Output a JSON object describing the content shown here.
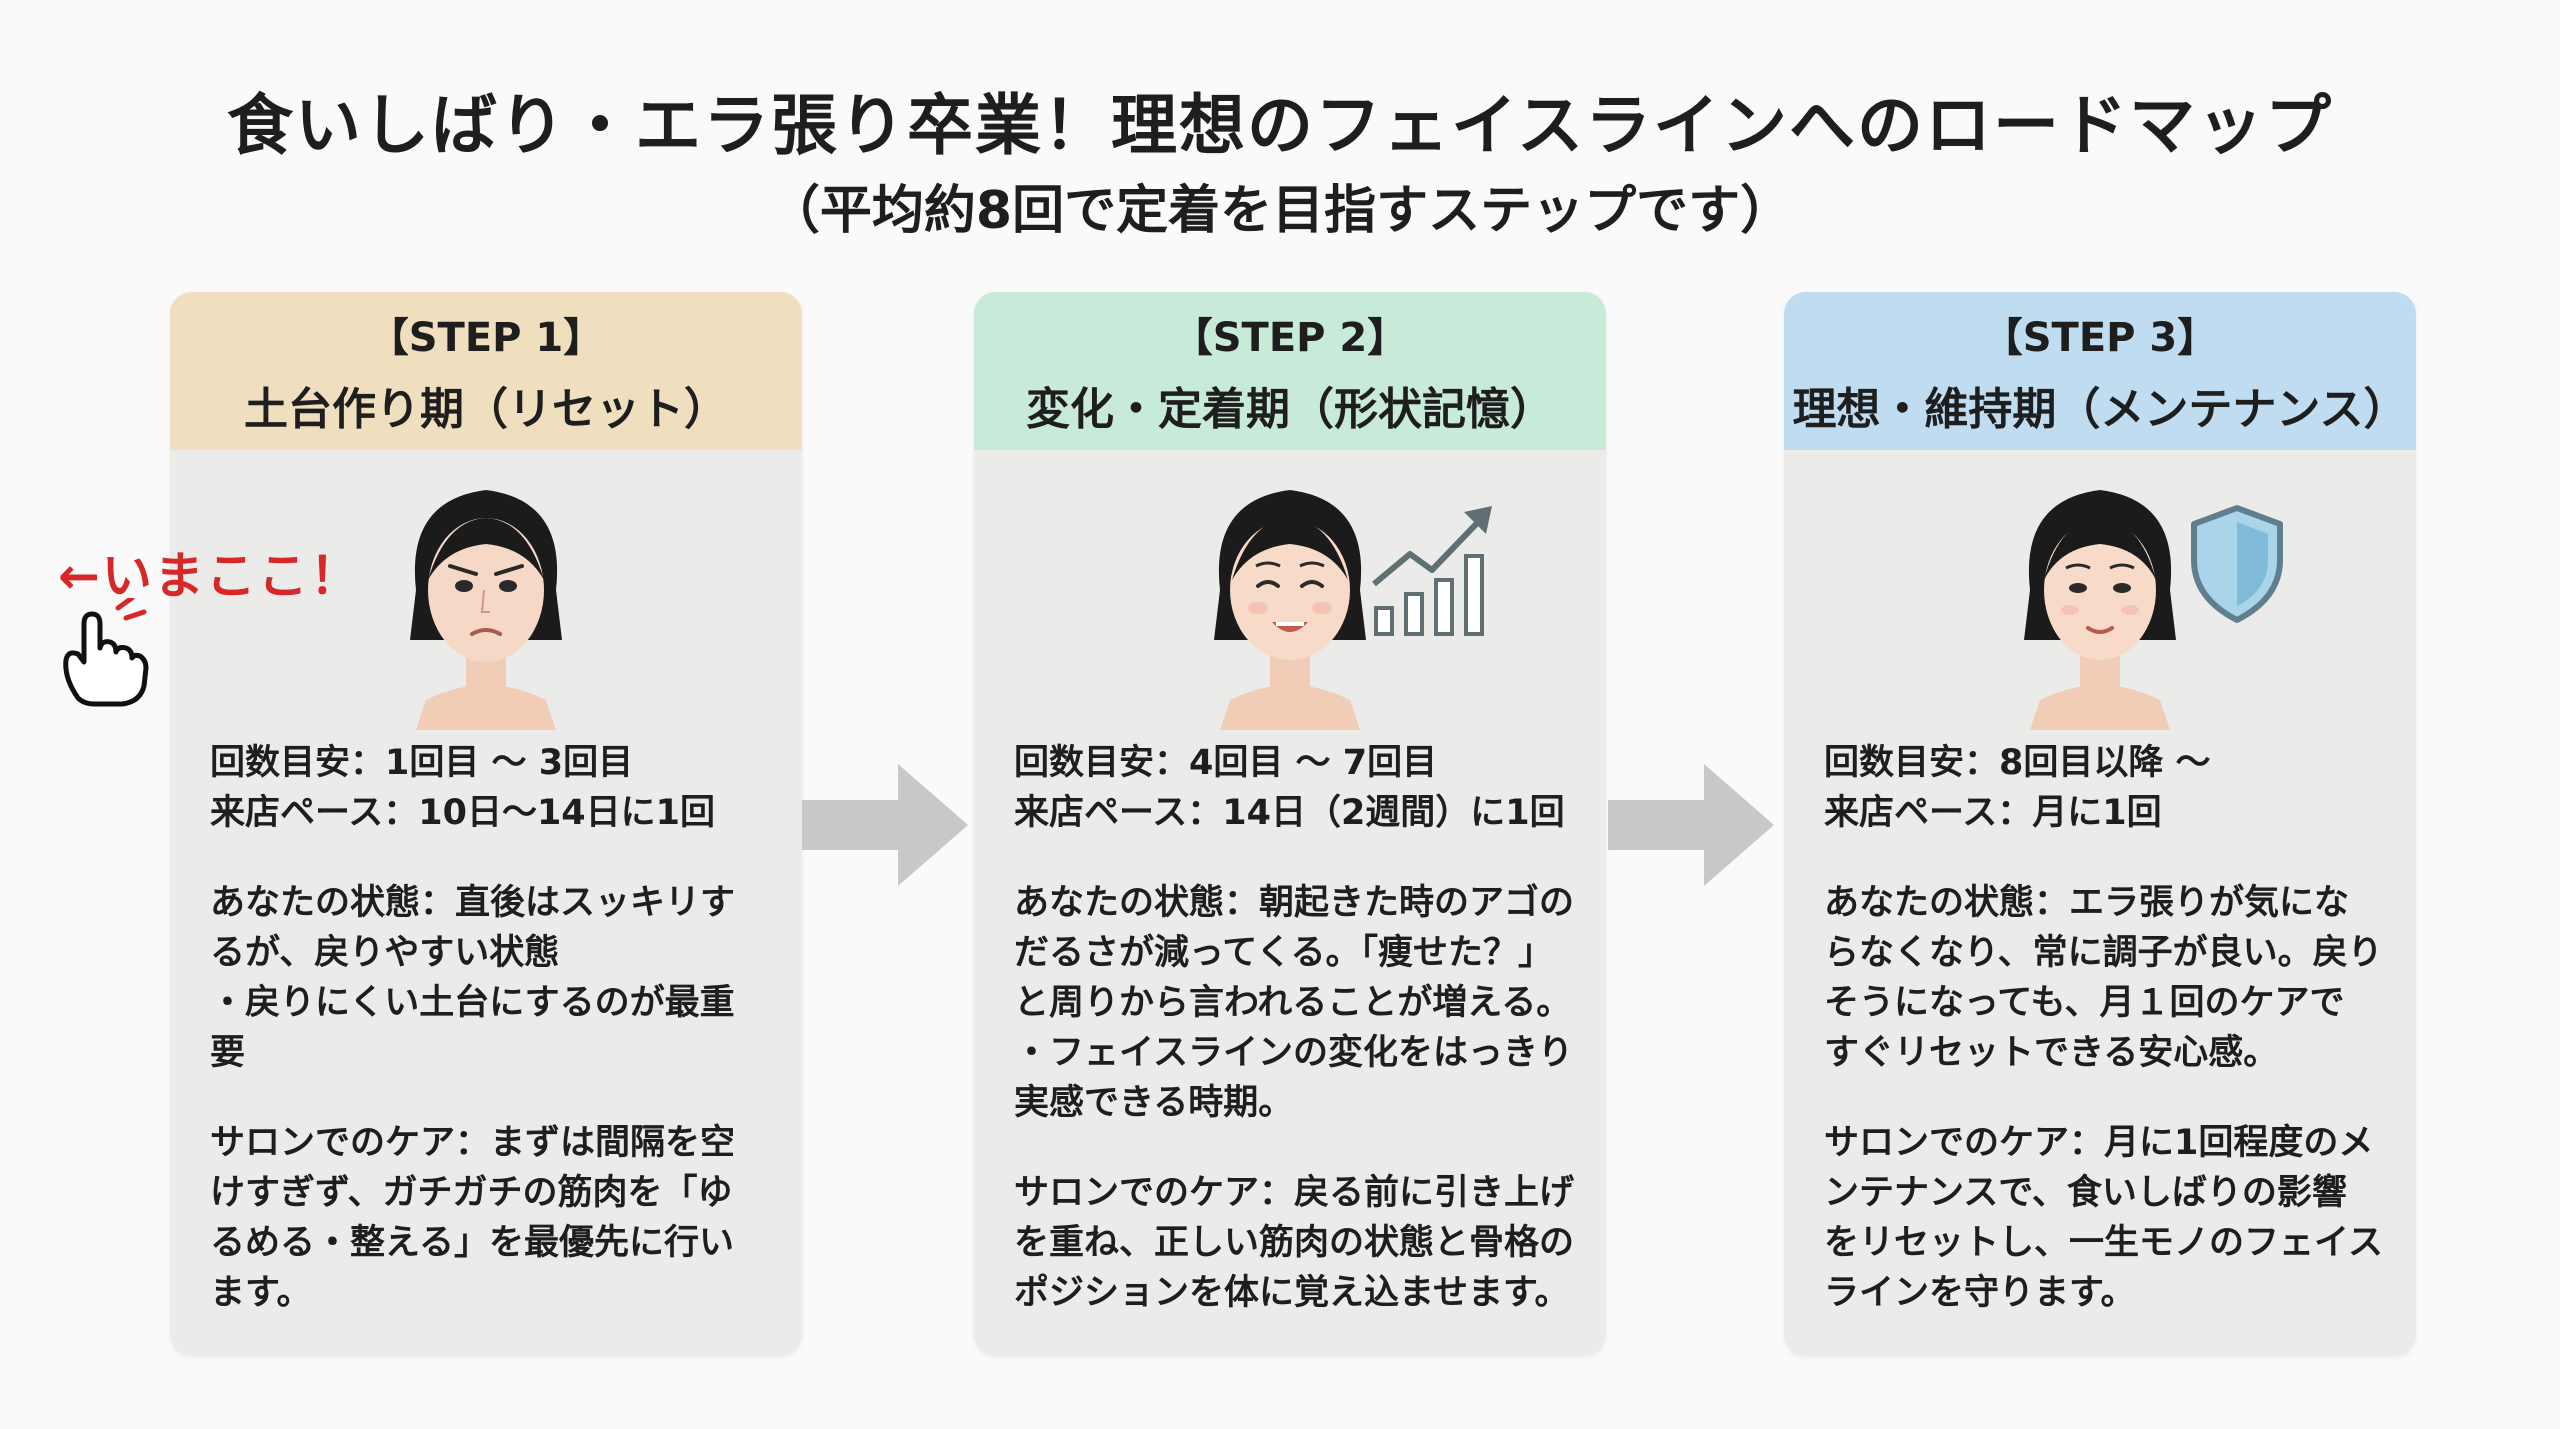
{
  "header": {
    "title": "食いしばり・エラ張り卒業！理想のフェイスラインへのロードマップ",
    "subtitle": "（平均約8回で定着を目指すステップです）"
  },
  "pointer": {
    "label": "←いまここ！",
    "icon": "pointing-hand-icon",
    "color": "#d62828"
  },
  "steps": [
    {
      "label": "【STEP 1】",
      "name": "土台作り期（リセット）",
      "header_color": "#f0dfbe",
      "illustration": "face-frown",
      "count": "回数目安：1回目 ～ 3回目",
      "pace": "来店ペース：10日～14日に1回",
      "state_lines": [
        "あなたの状態：直後はスッキリす",
        "るが、戻りやすい状態",
        "・戻りにくい土台にするのが最重",
        "要"
      ],
      "care_lines": [
        "サロンでのケア：まずは間隔を空",
        "けすぎず、ガチガチの筋肉を「ゆ",
        "るめる・整える」を最優先に行い",
        "ます。"
      ]
    },
    {
      "label": "【STEP 2】",
      "name": "変化・定着期（形状記憶）",
      "header_color": "#c7ead9",
      "illustration": "face-smile-growth-chart",
      "count": "回数目安：4回目 ～ 7回目",
      "pace": "来店ペース：14日（2週間）に1回",
      "state_lines": [
        "あなたの状態：朝起きた時のアゴの",
        "だるさが減ってくる。「痩せた？」",
        "と周りから言われることが増える。",
        "・フェイスラインの変化をはっきり",
        "実感できる時期。"
      ],
      "care_lines": [
        "サロンでのケア：戻る前に引き上げ",
        "を重ね、正しい筋肉の状態と骨格の",
        "ポジションを体に覚え込ませます。"
      ]
    },
    {
      "label": "【STEP 3】",
      "name": "理想・維持期（メンテナンス）",
      "header_color": "#bfdcf0",
      "illustration": "face-calm-shield",
      "count": "回数目安：8回目以降 ～",
      "pace": "来店ペース：月に1回",
      "state_lines": [
        "あなたの状態：エラ張りが気にな",
        "らなくなり、常に調子が良い。戻り",
        "そうになっても、月１回のケアで",
        "すぐリセットできる安心感。"
      ],
      "care_lines": [
        "サロンでのケア：月に1回程度のメ",
        "ンテナンスで、食いしばりの影響",
        "をリセットし、一生モノのフェイス",
        "ラインを守ります。"
      ]
    }
  ]
}
